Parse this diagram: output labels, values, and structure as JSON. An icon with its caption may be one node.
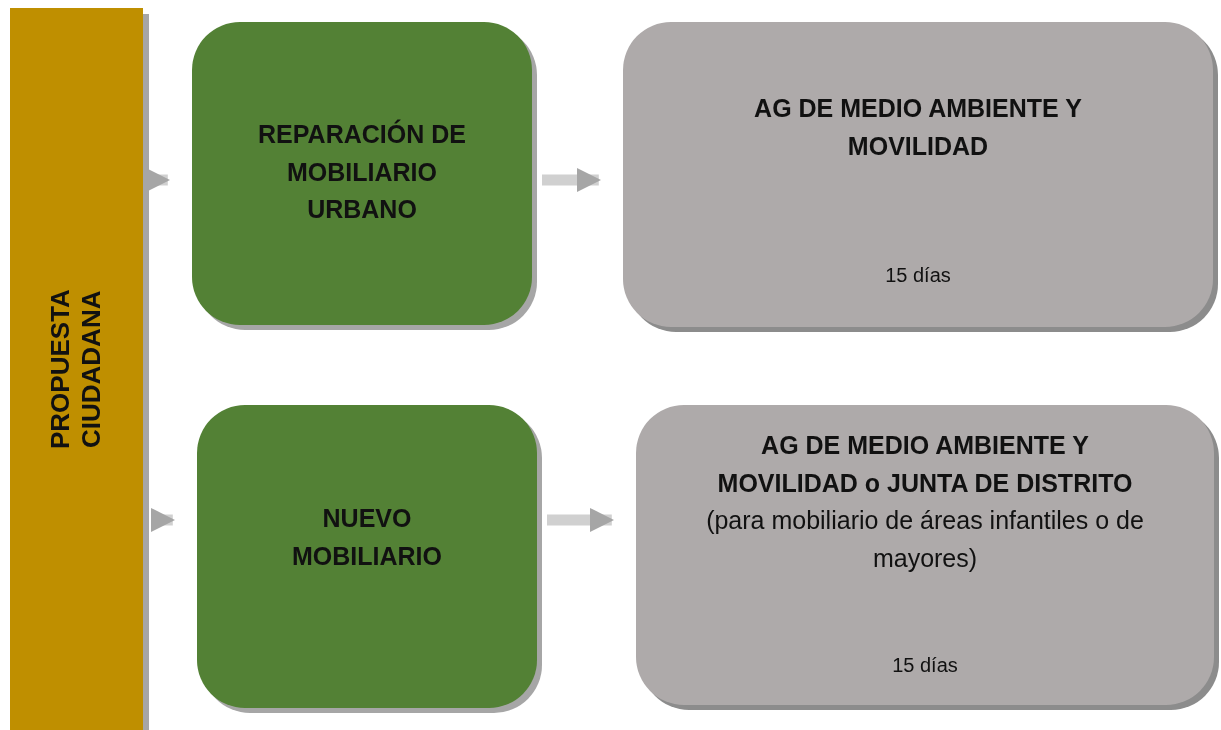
{
  "diagram": {
    "nodes": [
      {
        "text": [
          "PROPUESTA CIUDADANA"
        ]
      },
      {
        "text": [
          "REPARACIÓN DE MOBILIARIO URBANO"
        ]
      },
      {
        "text": [
          "AG DE MEDIO AMBIENTE Y MOVILIDAD",
          "15 días"
        ]
      },
      {
        "text": [
          "NUEVO MOBILIARIO"
        ]
      },
      {
        "text": [
          "AG DE MEDIO AMBIENTE Y MOVILIDAD o JUNTA DE DISTRITO",
          "(para mobiliario de áreas infantiles o de mayores)",
          "15 días"
        ]
      }
    ],
    "edges": [
      {
        "from": 0,
        "to": 1,
        "arrow": "to"
      },
      {
        "from": 1,
        "to": 2,
        "arrow": "to"
      },
      {
        "from": 0,
        "to": 3,
        "arrow": "to"
      },
      {
        "from": 3,
        "to": 4,
        "arrow": "to"
      }
    ]
  }
}
